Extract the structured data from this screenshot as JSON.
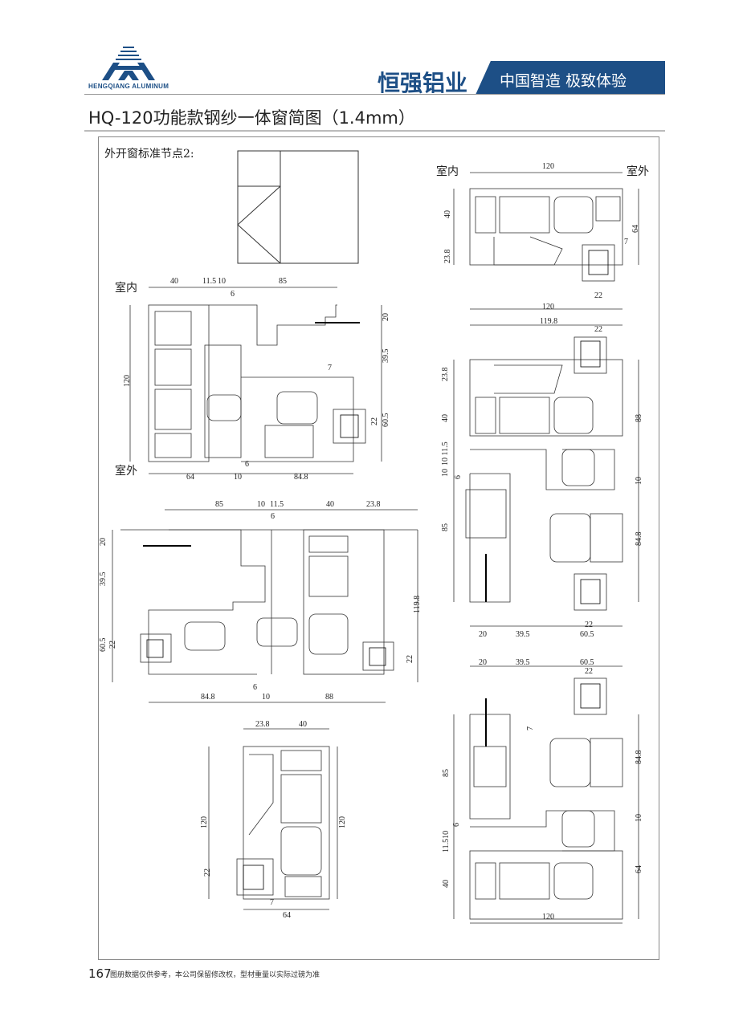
{
  "header": {
    "logo_text": "HENGQIANG ALUMINUM",
    "brand_name": "恒强铝业",
    "slogan": "中国智造 极致体验",
    "brand_color": "#1d4f86"
  },
  "page_title": "HQ-120功能款钢纱一体窗简图（1.4mm）",
  "node_title": "外开窗标准节点2:",
  "drawing_a": {
    "indoor": "室内",
    "outdoor": "室外",
    "top": [
      "40",
      "11.5",
      "10",
      "85",
      "6"
    ],
    "right": [
      "20",
      "39.5",
      "7",
      "22",
      "60.5"
    ],
    "left": [
      "120"
    ],
    "bottom": [
      "64",
      "10",
      "6",
      "84.8"
    ]
  },
  "drawing_b": {
    "top": [
      "85",
      "10",
      "11.5",
      "40",
      "23.8",
      "6"
    ],
    "left": [
      "20",
      "39.5",
      "60.5",
      "22"
    ],
    "right": [
      "119.8",
      "22"
    ],
    "bottom": [
      "84.8",
      "6",
      "10",
      "88"
    ]
  },
  "drawing_c": {
    "top": [
      "23.8",
      "40"
    ],
    "left": [
      "120",
      "22"
    ],
    "right": [
      "120"
    ],
    "bottom": [
      "7",
      "64"
    ]
  },
  "drawing_d": {
    "indoor": "室内",
    "outdoor": "室外",
    "top": [
      "120"
    ],
    "left": [
      "40",
      "23.8"
    ],
    "right": [
      "64",
      "7"
    ],
    "bottom": [
      "22",
      "120"
    ]
  },
  "drawing_e": {
    "top": [
      "119.8",
      "22"
    ],
    "left": [
      "23.8",
      "40",
      "10 11.5",
      "10",
      "6",
      "85"
    ],
    "right": [
      "88",
      "10",
      "84.8"
    ],
    "bottom": [
      "20",
      "39.5",
      "60.5",
      "22"
    ]
  },
  "drawing_f": {
    "top": [
      "20",
      "39.5",
      "60.5",
      "22"
    ],
    "left": [
      "7",
      "85",
      "6",
      "11.510",
      "40"
    ],
    "right": [
      "84.8",
      "10",
      "64"
    ],
    "bottom": [
      "120"
    ]
  },
  "footer": {
    "page_number": "167",
    "note": "图册数据仅供参考，本公司保留修改权，型材重量以实际过磅为准"
  }
}
